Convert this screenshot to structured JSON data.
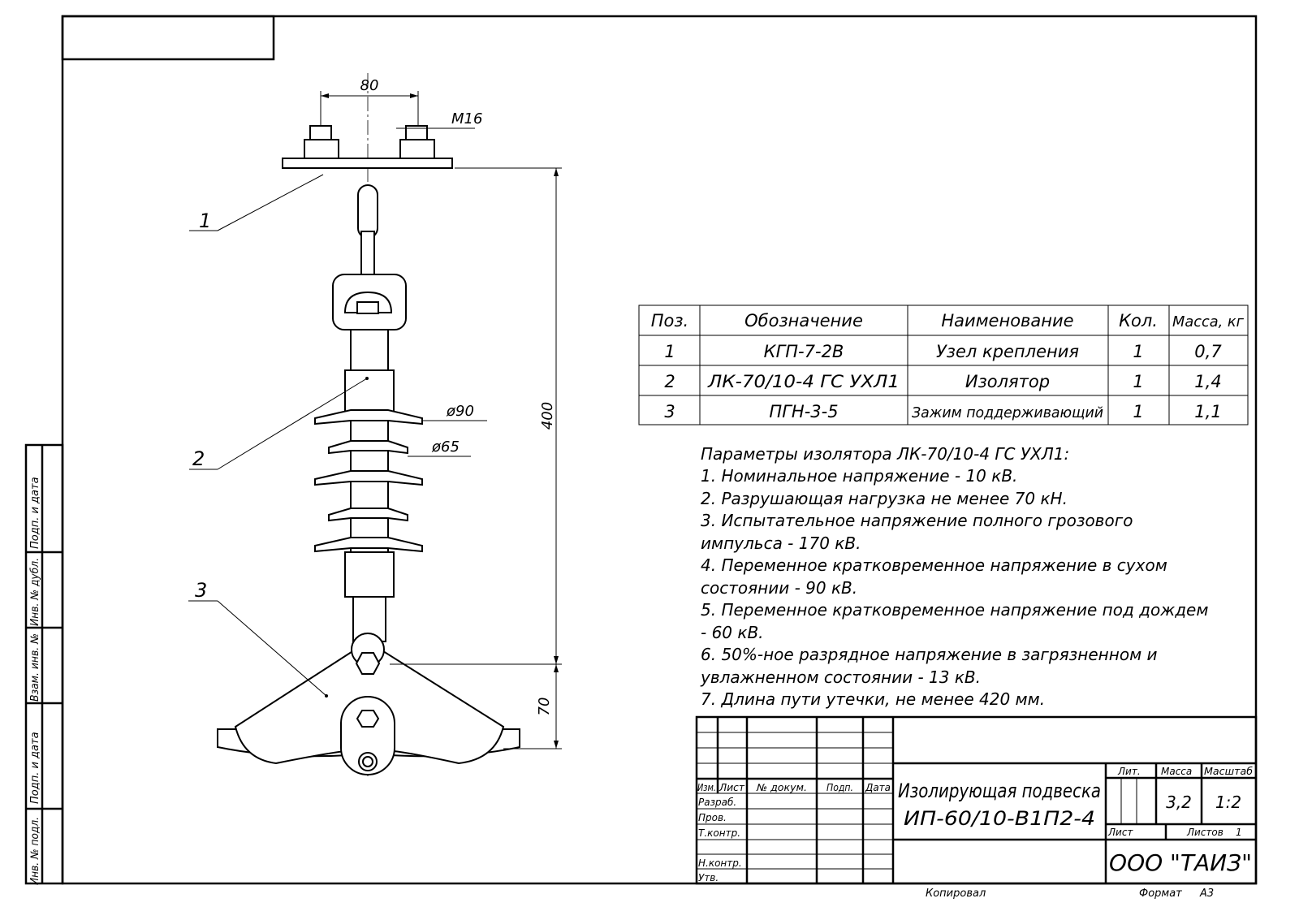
{
  "dimensions": {
    "d80": "80",
    "m16": "M16",
    "d400": "400",
    "d70": "70",
    "phi90": "ø90",
    "phi65": "ø65"
  },
  "callouts": [
    "1",
    "2",
    "3"
  ],
  "spec_table": {
    "headers": [
      "Поз.",
      "Обозначение",
      "Наименование",
      "Кол.",
      "Масса, кг"
    ],
    "rows": [
      [
        "1",
        "КГП-7-2В",
        "Узел крепления",
        "1",
        "0,7"
      ],
      [
        "2",
        "ЛК-70/10-4 ГС УХЛ1",
        "Изолятор",
        "1",
        "1,4"
      ],
      [
        "3",
        "ПГН-3-5",
        "Зажим поддерживающий",
        "1",
        "1,1"
      ]
    ]
  },
  "notes": [
    "Параметры изолятора ЛК-70/10-4 ГС УХЛ1:",
    "1. Номинальное напряжение - 10 кВ.",
    "2. Разрушающая нагрузка не менее 70 кН.",
    "3. Испытательное напряжение полного грозового",
    "импульса - 170 кВ.",
    "4. Переменное кратковременное напряжение  в сухом",
    "состоянии - 90 кВ.",
    "5. Переменное кратковременное напряжение под дождем",
    "- 60 кВ.",
    "6. 50%-ное разрядное напряжение в загрязненном и",
    "увлажненном состоянии - 13 кВ.",
    "7. Длина пути утечки, не менее 420 мм."
  ],
  "title_block": {
    "headers": [
      "Изм.",
      "Лист",
      "№ докум.",
      "Подп.",
      "Дата"
    ],
    "roles": [
      "Разраб.",
      "Пров.",
      "Т.контр.",
      "Н.контр.",
      "Утв."
    ],
    "title_line1": "Изолирующая подвеска",
    "title_line2": "ИП-60/10-В1П2-4",
    "lit_label": "Лит.",
    "mass_label": "Масса",
    "scale_label": "Масштаб",
    "mass": "3,2",
    "scale": "1:2",
    "sheet_label": "Лист",
    "sheets_label": "Листов",
    "sheets": "1",
    "company": "ООО \"ТАИЗ\""
  },
  "side_stamp": [
    "Инв. № подл.",
    "Подп. и дата",
    "Взам. инв. №",
    "Инв. № дубл.",
    "Подп. и дата"
  ],
  "footer": {
    "copied": "Копировал",
    "format_label": "Формат",
    "format": "А3"
  }
}
